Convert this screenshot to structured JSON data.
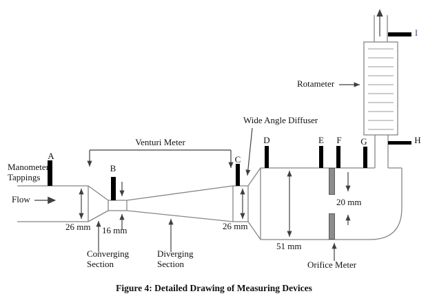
{
  "caption": "Figure 4: Detailed Drawing of Measuring Devices",
  "labels": {
    "manometer_tappings": "Manometer Tappings",
    "flow": "Flow",
    "venturi_meter": "Venturi Meter",
    "converging_section": "Converging Section",
    "diverging_section": "Diverging Section",
    "wide_angle_diffuser": "Wide Angle Diffuser",
    "orifice_meter": "Orifice Meter",
    "rotameter": "Rotameter"
  },
  "tappings": {
    "A": "A",
    "B": "B",
    "C": "C",
    "D": "D",
    "E": "E",
    "F": "F",
    "G": "G",
    "H": "H",
    "I": "I"
  },
  "dimensions": {
    "inlet": "26 mm",
    "throat": "16 mm",
    "venturi_outlet": "26 mm",
    "chamber": "51 mm",
    "orifice": "20 mm"
  },
  "colors": {
    "pipe_line": "#858585",
    "annotation_line": "#3f3f3f",
    "tapping": "#000000",
    "orifice_plate": "#8c8c8c",
    "tap_i_label": "#3d4e9c"
  }
}
